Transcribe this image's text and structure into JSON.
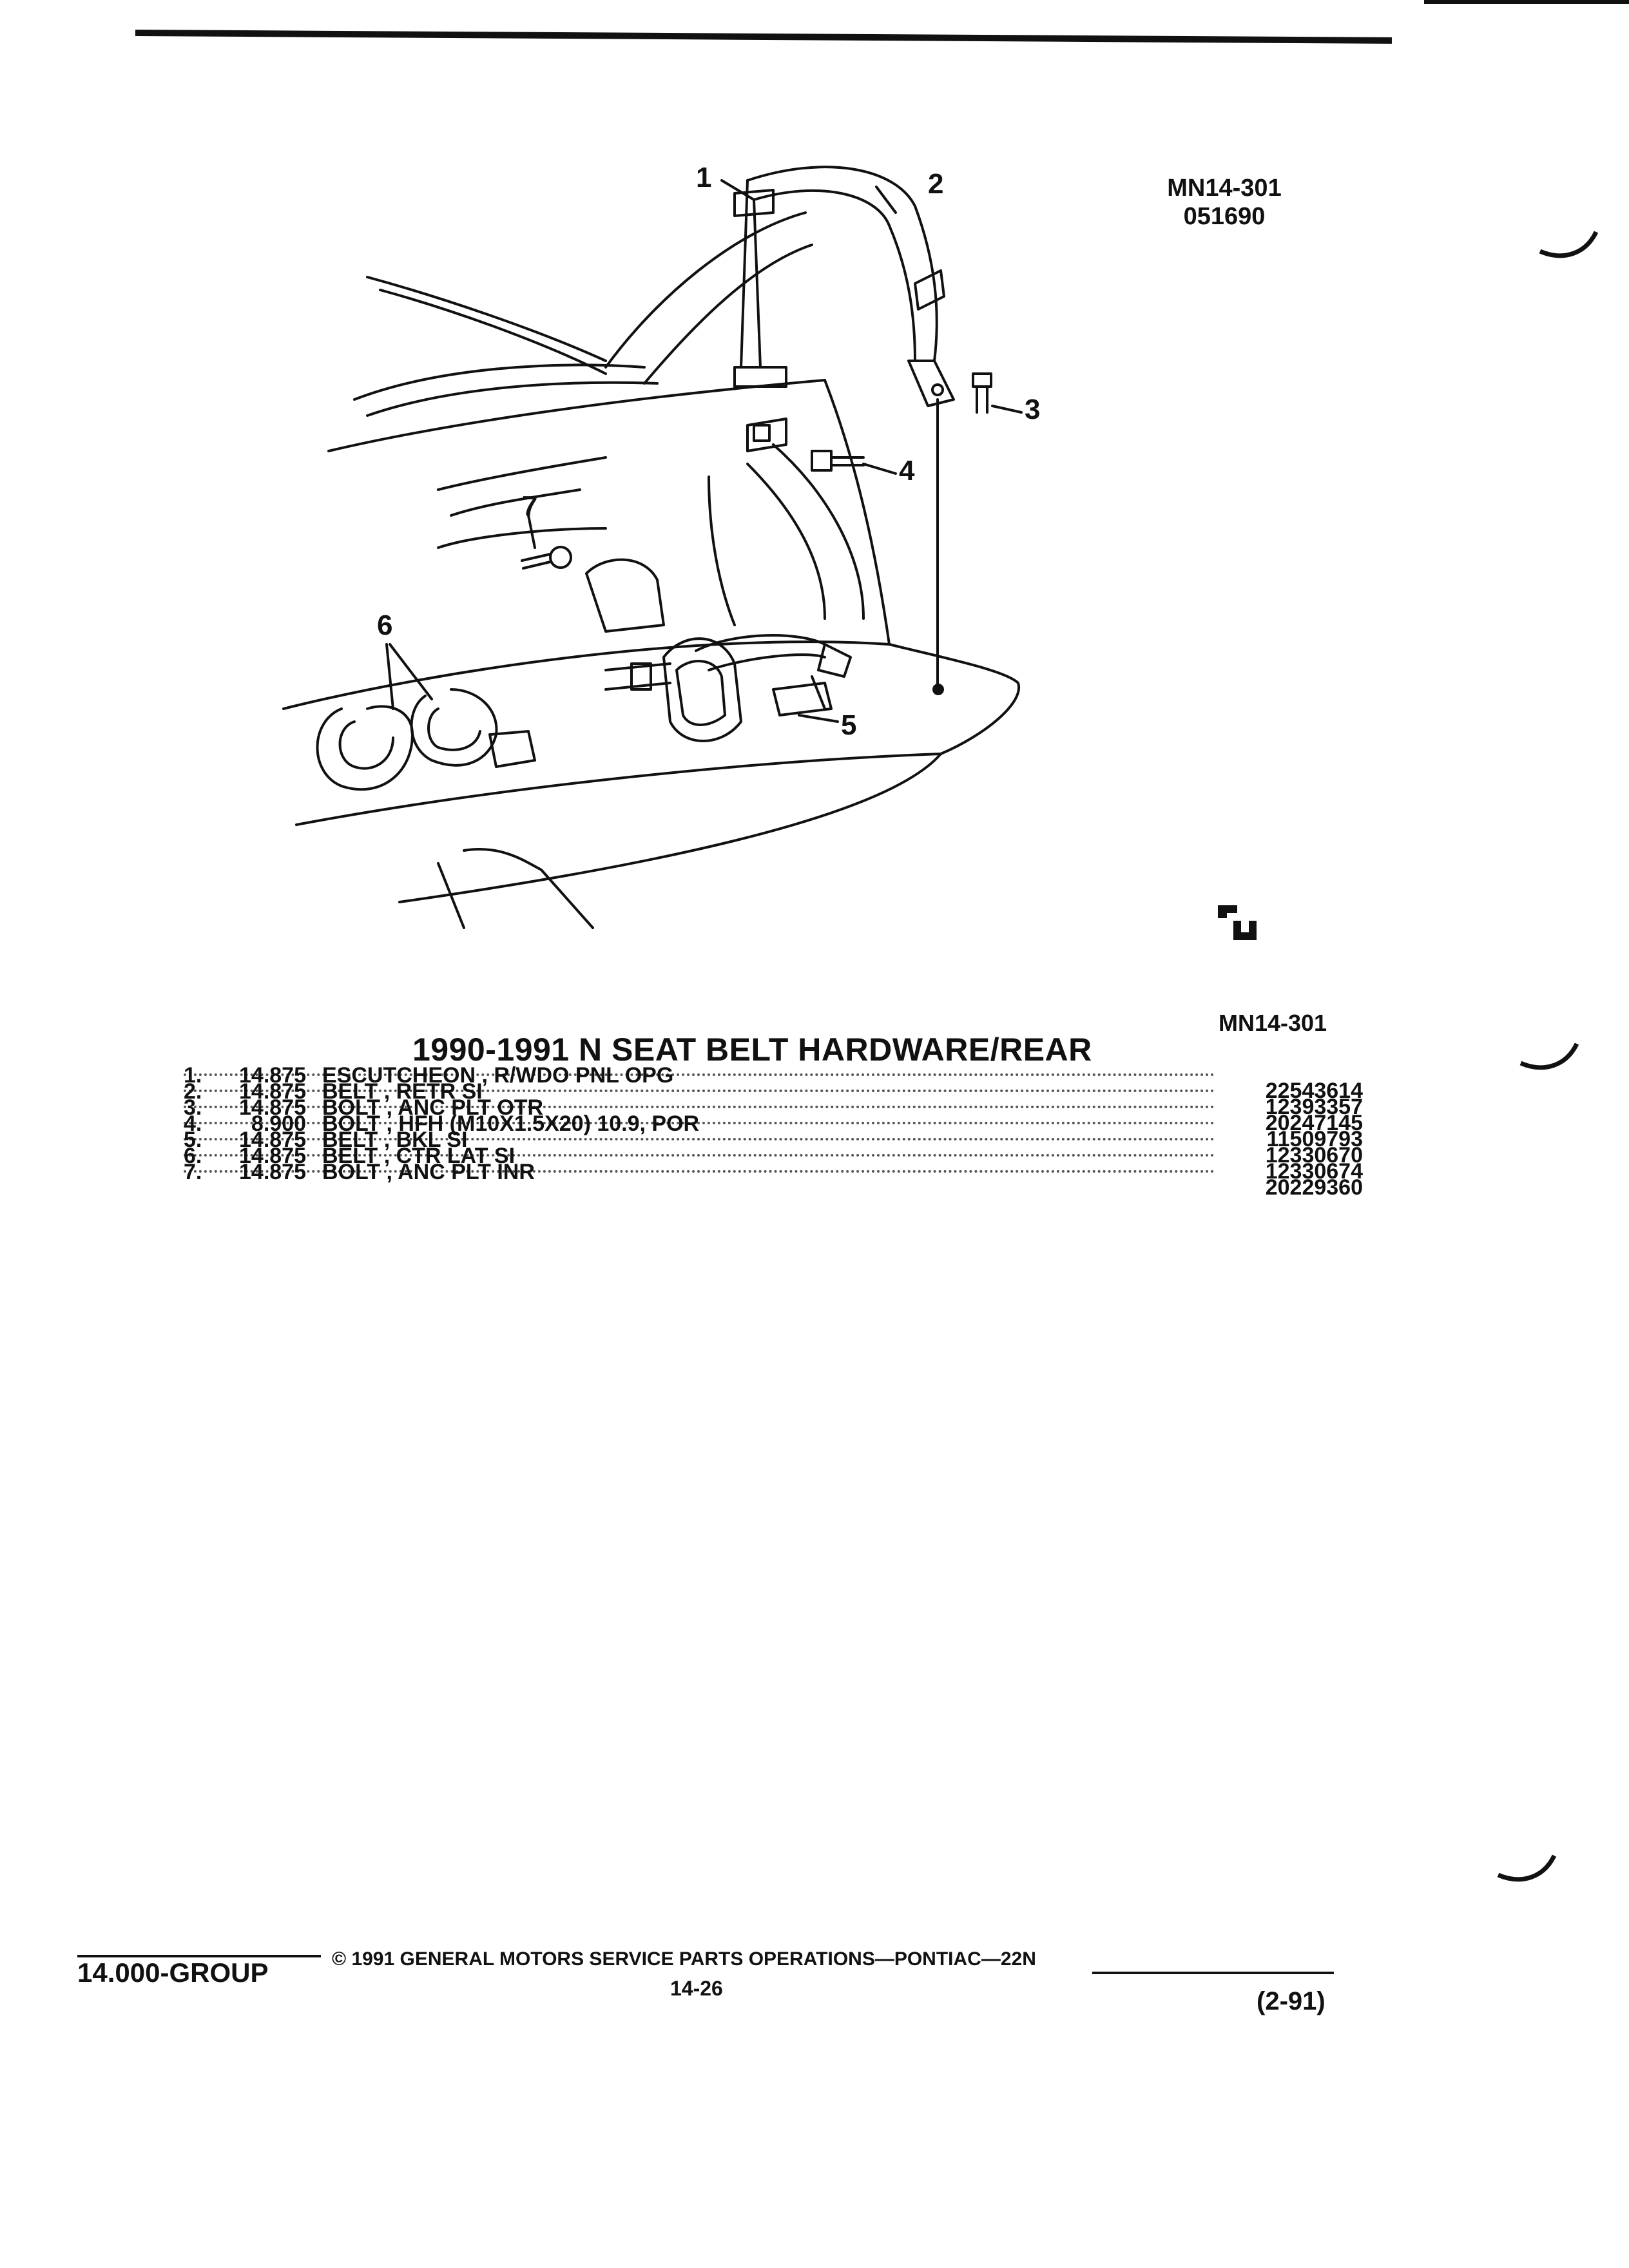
{
  "ref": {
    "code": "MN14-301",
    "date": "051690",
    "code_bottom": "MN14-301"
  },
  "callouts": [
    "1",
    "2",
    "3",
    "4",
    "5",
    "6",
    "7"
  ],
  "section_title": "1990-1991 N SEAT BELT HARDWARE/REAR",
  "parts": [
    {
      "num": "1.",
      "qty": "14.875",
      "desc": "ESCUTCHEON , R/WDO PNL OPG",
      "part_no": "22543614"
    },
    {
      "num": "2.",
      "qty": "14.875",
      "desc": "BELT , RETR SI",
      "part_no": "12393357"
    },
    {
      "num": "3.",
      "qty": "14.875",
      "desc": "BOLT , ANC PLT OTR",
      "part_no": "20247145"
    },
    {
      "num": "4.",
      "qty": "8.900",
      "desc": "BOLT , HFH (M10X1.5X20) 10.9, POR",
      "part_no": "11509793"
    },
    {
      "num": "5.",
      "qty": "14.875",
      "desc": "BELT , BKL SI",
      "part_no": "12330670"
    },
    {
      "num": "6.",
      "qty": "14.875",
      "desc": "BELT , CTR LAT SI",
      "part_no": "12330674"
    },
    {
      "num": "7.",
      "qty": "14.875",
      "desc": "BOLT , ANC PLT INR",
      "part_no": "20229360"
    }
  ],
  "footer": {
    "group": "14.000-GROUP",
    "copyright": "© 1991 GENERAL MOTORS SERVICE PARTS OPERATIONS—PONTIAC—22N",
    "page": "14-26",
    "revision": "(2-91)"
  },
  "colors": {
    "ink": "#111111",
    "paper": "#ffffff"
  }
}
